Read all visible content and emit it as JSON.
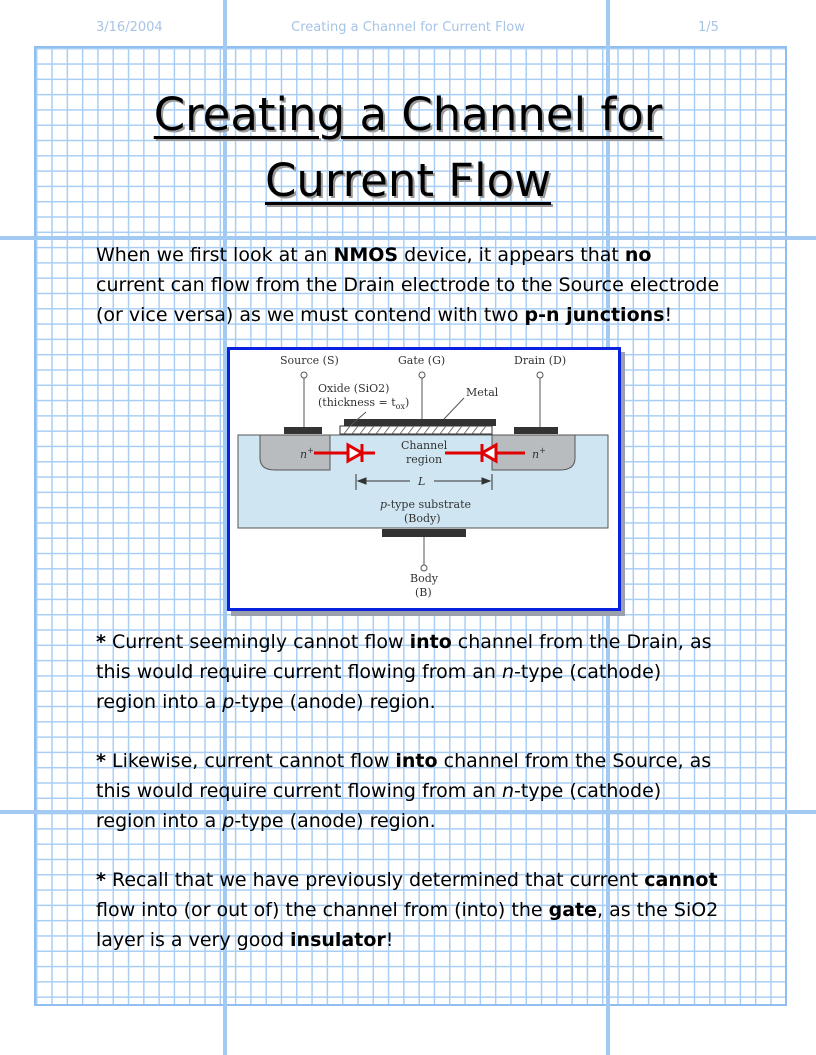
{
  "header": {
    "date": "3/16/2004",
    "title": "Creating a Channel for Current Flow",
    "page": "1/5"
  },
  "title": {
    "line1": "Creating a Channel for",
    "line2": "Current Flow"
  },
  "intro": {
    "t1": "When we first look at an ",
    "b1": "NMOS",
    "t2": " device, it appears that ",
    "b2": "no",
    "t3": " current can flow from the Drain electrode to the Source electrode (or vice versa) as we must contend with two ",
    "b3": "p-n junctions",
    "t4": "!"
  },
  "figure": {
    "source_label": "Source (S)",
    "gate_label": "Gate (G)",
    "drain_label": "Drain (D)",
    "oxide_label": "Oxide (SiO2)",
    "thickness_label": "(thickness = t",
    "thickness_sub": "ox",
    "thickness_close": ")",
    "metal_label": "Metal",
    "channel_label": "Channel",
    "region_label": "region",
    "n_left": "n",
    "n_right": "n",
    "n_sup": "+",
    "length_label": "L",
    "substrate_p": "p",
    "substrate_label": "-type substrate",
    "body_paren": "(Body)",
    "body_label": "Body",
    "body_b": "(B)",
    "colors": {
      "substrate": "#cfe6f2",
      "n_region": "#b9bcbf",
      "contact": "#333333",
      "diode": "#e00000",
      "border": "#0a22e0"
    }
  },
  "bullets": [
    {
      "star": "*",
      "t1": "  Current seemingly cannot flow ",
      "b1": "into",
      "t2": " channel from the Drain, as this would require current flowing from an ",
      "i1": "n",
      "t3": "-type (cathode) region into a ",
      "i2": "p",
      "t4": "-type (anode) region."
    },
    {
      "star": "*",
      "t1": "  Likewise, current cannot flow ",
      "b1": "into",
      "t2": " channel from the Source, as this would require current flowing from an ",
      "i1": "n",
      "t3": "-type (cathode) region into a ",
      "i2": "p",
      "t4": "-type (anode) region."
    },
    {
      "star": "*",
      "t1": "  Recall that we have previously determined that current ",
      "b1": "cannot",
      "t2": " flow into (or out of) the channel from (into) the ",
      "b2": "gate",
      "t3": ", as the SiO2 layer is a very good ",
      "b3": "insulator",
      "t4": "!"
    }
  ]
}
